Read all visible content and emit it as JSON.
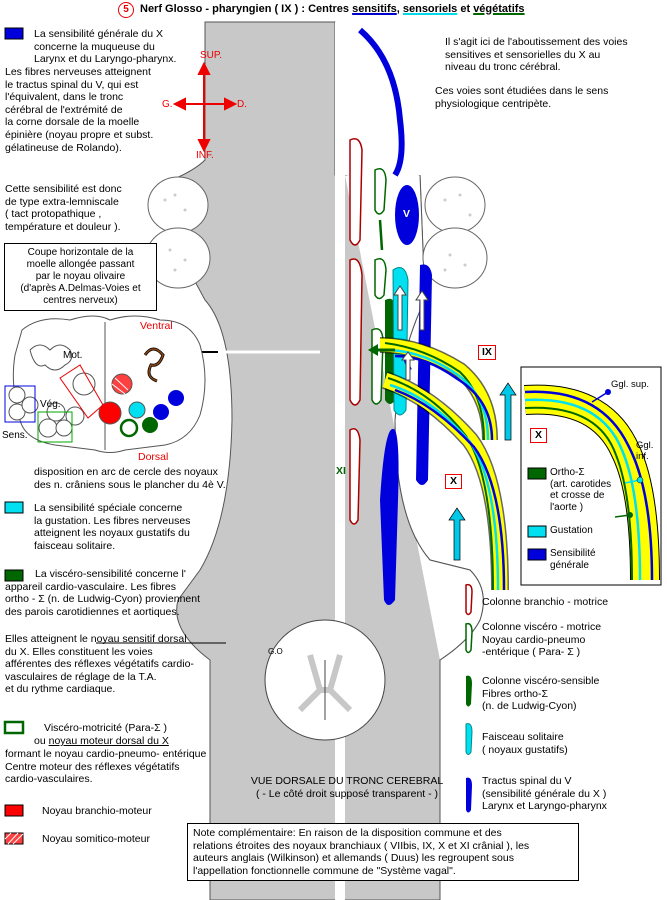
{
  "title": {
    "number": "5",
    "prefix": "Nerf Glosso - pharyngien ( IX ) :  Centres ",
    "sensitifs": "sensitifs",
    "sep": ", ",
    "sensoriels": "sensoriels",
    "et": " et   ",
    "vegetatifs": "végétatifs"
  },
  "orientation": {
    "sup": "SUP.",
    "inf": "INF.",
    "g": "G.",
    "d": "D."
  },
  "left": {
    "p1": "La sensibilité générale du  X\nconcerne  la  muqueuse du\nLarynx et du Laryngo-pharynx.",
    "p1b": "Les fibres nerveuses atteignent\nle tractus spinal du V, qui est\nl'équivalent, dans le tronc\ncérébral de l'extrémité de\nla corne dorsale  de la moelle\népinière (noyau  propre et subst.\ngélatineuse de Rolando).",
    "p2": "Cette sensibilité est donc\nde type extra-lemniscale\n( tact  protopathique ,\ntempérature et douleur ).",
    "coupe": "Coupe horizontale de la\nmoelle allongée passant\npar le noyau olivaire\n(d'après A.Delmas-Voies et\ncentres nerveux)",
    "ventral": "Ventral",
    "dorsal": "Dorsal",
    "mot": "Mot.",
    "veg": "Vég.",
    "sens": "Sens.",
    "disposition": "disposition en arc de cercle des noyaux\ndes n. crâniens sous le plancher du 4è V.",
    "gust": "La sensibilité spéciale concerne\nla gustation. Les fibres nerveuses\natteignent les noyaux gustatifs du\nfaisceau solitaire.",
    "visc1": "La viscéro-sensibilité concerne l'\nappareil cardio-vasculaire. Les fibres\northo - Σ  (n. de Ludwig-Cyon)  proviennent\ndes parois carotidiennes et aortiques.",
    "visc2a": "Elles atteignent ",
    "visc2u": "le noyau  sensitif  dorsal",
    "visc2b": "\ndu  X.  Elles constituent les voies\nafférentes  des réflexes végétatifs cardio-\nvasculaires  de réglage de la T.A.\net du rythme   cardiaque.",
    "motr1": "Viscéro-motricité (Para-Σ )",
    "motr2a": "ou ",
    "motr2u": "noyau moteur dorsal du X",
    "motr3": "formant le noyau cardio-pneumo- entérique\nCentre moteur des réflexes végétatifs\ncardio-vasculaires.",
    "branchio": "Noyau branchio-moteur",
    "somitico": "Noyau somitico-moteur"
  },
  "right": {
    "intro1": "Il s'agit ici  de l'aboutissement des voies\nsensitives et sensorielles du X  au\nniveau  du tronc cérébral.",
    "intro2": "Ces voies sont étudiées dans le sens\nphysiologique centripète.",
    "v": "V",
    "ix": "IX",
    "x": "X",
    "xi": "XI",
    "go": "G.O",
    "ggl_sup": "Ggl. sup.",
    "ggl_inf": "Ggl.\ninf.",
    "inset_x": "X",
    "inset_ortho": "Ortho-Σ\n(art. carotides\net crosse de\nl'aorte )",
    "inset_gust": "Gustation",
    "inset_sens": "Sensibilité\ngénérale",
    "leg1": "Colonne branchio - motrice",
    "leg2": "Colonne  viscéro - motrice\nNoyau cardio-pneumo\n-entérique  ( Para-  Σ  )",
    "leg3": "Colonne  viscéro-sensible\nFibres ortho-Σ\n(n. de Ludwig-Cyon)",
    "leg4": "Faisceau solitaire\n( noyaux gustatifs)",
    "leg5": "Tractus spinal du V\n(sensibilité générale du X )\n  Larynx et Laryngo-pharynx",
    "vue": "VUE DORSALE DU TRONC CEREBRAL\n( - Le côté droit supposé transparent - )",
    "note": "Note complémentaire: En raison de la disposition commune et des\nrelations étroites des noyaux branchiaux ( VIIbis, IX, X et XI crânial ), les\nauteurs anglais (Wilkinson) et allemands ( Duus) les regroupent sous\nl'appellation fonctionnelle commune de \"Système vagal\"."
  },
  "colors": {
    "general": "#0000dd",
    "gust": "#00e0f0",
    "ortho": "#006600",
    "branchio": "#ff0000",
    "yellow": "#ffff00",
    "stem": "#c8c8c8"
  }
}
